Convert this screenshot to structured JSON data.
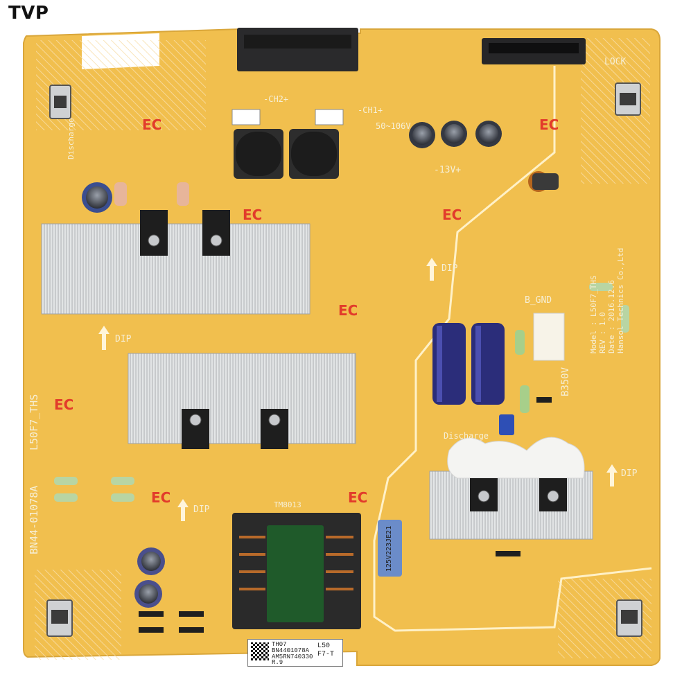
{
  "brand": "TVP",
  "board": {
    "part_number": "BN44-01078A",
    "model_silk": "L50F7_THS",
    "direction_label": "DIP",
    "discharge_label": "Discharge",
    "lock_label": "LOCK",
    "voltage_13v": "-13V+",
    "voltage_b350v": "B350V",
    "voltage_ch": "-CH1+",
    "voltage_ch2": "-CH2+",
    "voltage_50v": "50~106V",
    "b_gnd": "B_GND",
    "ec_mark": "EC",
    "transformer_code": "TM8013",
    "model_box": {
      "model": "Model : L50F7_THS",
      "rev": "REV : 1.0",
      "date": "Date : 2016.12.6",
      "maker": "Hansol Technics Co.,Ltd"
    }
  },
  "sticker": {
    "line1": "TH07",
    "line2": "BN4401078A",
    "line3": "AM5RN740330",
    "line4": "R.9",
    "right1": "L50",
    "right2": "F7-T"
  },
  "cap_label": "125V223JE21",
  "colors": {
    "pcb": "#f2c04d",
    "heatsink": "#d6d8da",
    "capacitor": "#3a3a8a"
  }
}
